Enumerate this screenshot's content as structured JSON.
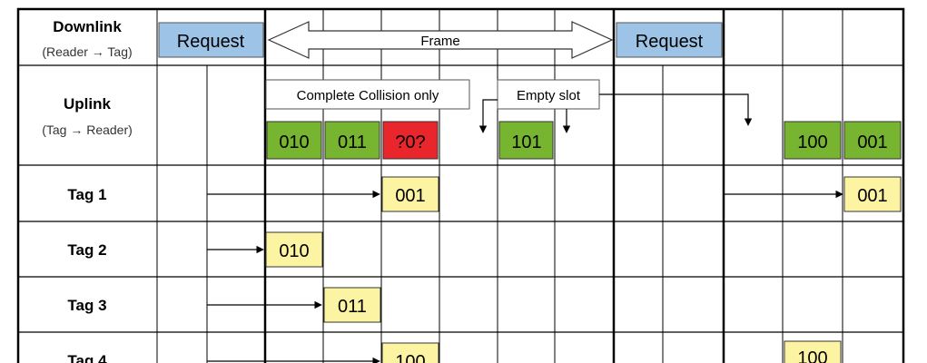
{
  "rows": {
    "downlink": {
      "title": "Downlink",
      "subtitle": "(Reader → Tag)"
    },
    "uplink": {
      "title": "Uplink",
      "subtitle": "(Tag → Reader)"
    },
    "tag1": {
      "title": "Tag 1"
    },
    "tag2": {
      "title": "Tag 2"
    },
    "tag3": {
      "title": "Tag 3"
    },
    "tag4": {
      "title": "Tag 4"
    }
  },
  "downlink": {
    "request_1": "Request",
    "frame_label": "Frame",
    "request_2": "Request"
  },
  "uplink": {
    "callout_collision": "Complete Collision only",
    "callout_empty": "Empty slot",
    "slot_010": "010",
    "slot_011": "011",
    "slot_collision": "?0?",
    "slot_101": "101",
    "slot_100": "100",
    "slot_001": "001"
  },
  "tags": {
    "tag1_frame1": "001",
    "tag1_frame2": "001",
    "tag2_frame1": "010",
    "tag3_frame1": "011",
    "tag4_frame1": "100",
    "tag4_frame2": "100"
  },
  "colors": {
    "request": "#9dc3e6",
    "success": "#77b530",
    "collision": "#e8262b",
    "tag_reply": "#fdf4a3",
    "grid": "#000000"
  }
}
